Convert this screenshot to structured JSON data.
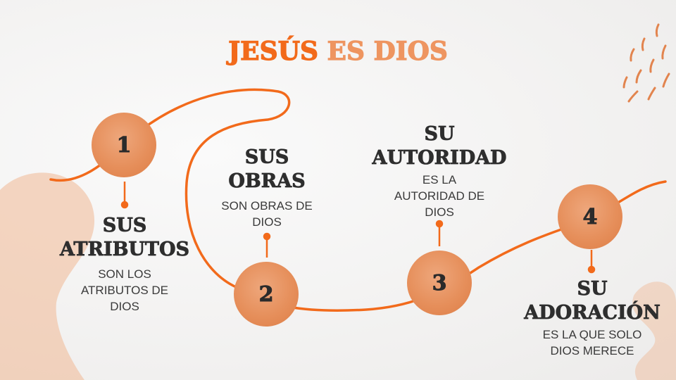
{
  "title": {
    "part1": "JESÚS",
    "part2": "ES DIOS"
  },
  "colors": {
    "accent": "#f26a1b",
    "accent_light": "#ee9560",
    "circle": "#e68f5b",
    "text": "#2e2e2e"
  },
  "steps": [
    {
      "number": "1",
      "heading1": "SUS",
      "heading2": "ATRIBUTOS",
      "body1": "SON LOS",
      "body2": "ATRIBUTOS DE",
      "body3": "DIOS"
    },
    {
      "number": "2",
      "heading1": "SUS",
      "heading2": "OBRAS",
      "body1": "SON OBRAS DE",
      "body2": "DIOS"
    },
    {
      "number": "3",
      "heading1": "SU",
      "heading2": "AUTORIDAD",
      "body1": "ES LA",
      "body2": "AUTORIDAD DE",
      "body3": "DIOS"
    },
    {
      "number": "4",
      "heading1": "SU",
      "heading2": "ADORACIÓN",
      "body1": "ES LA QUE SOLO",
      "body2": "DIOS MERECE"
    }
  ]
}
